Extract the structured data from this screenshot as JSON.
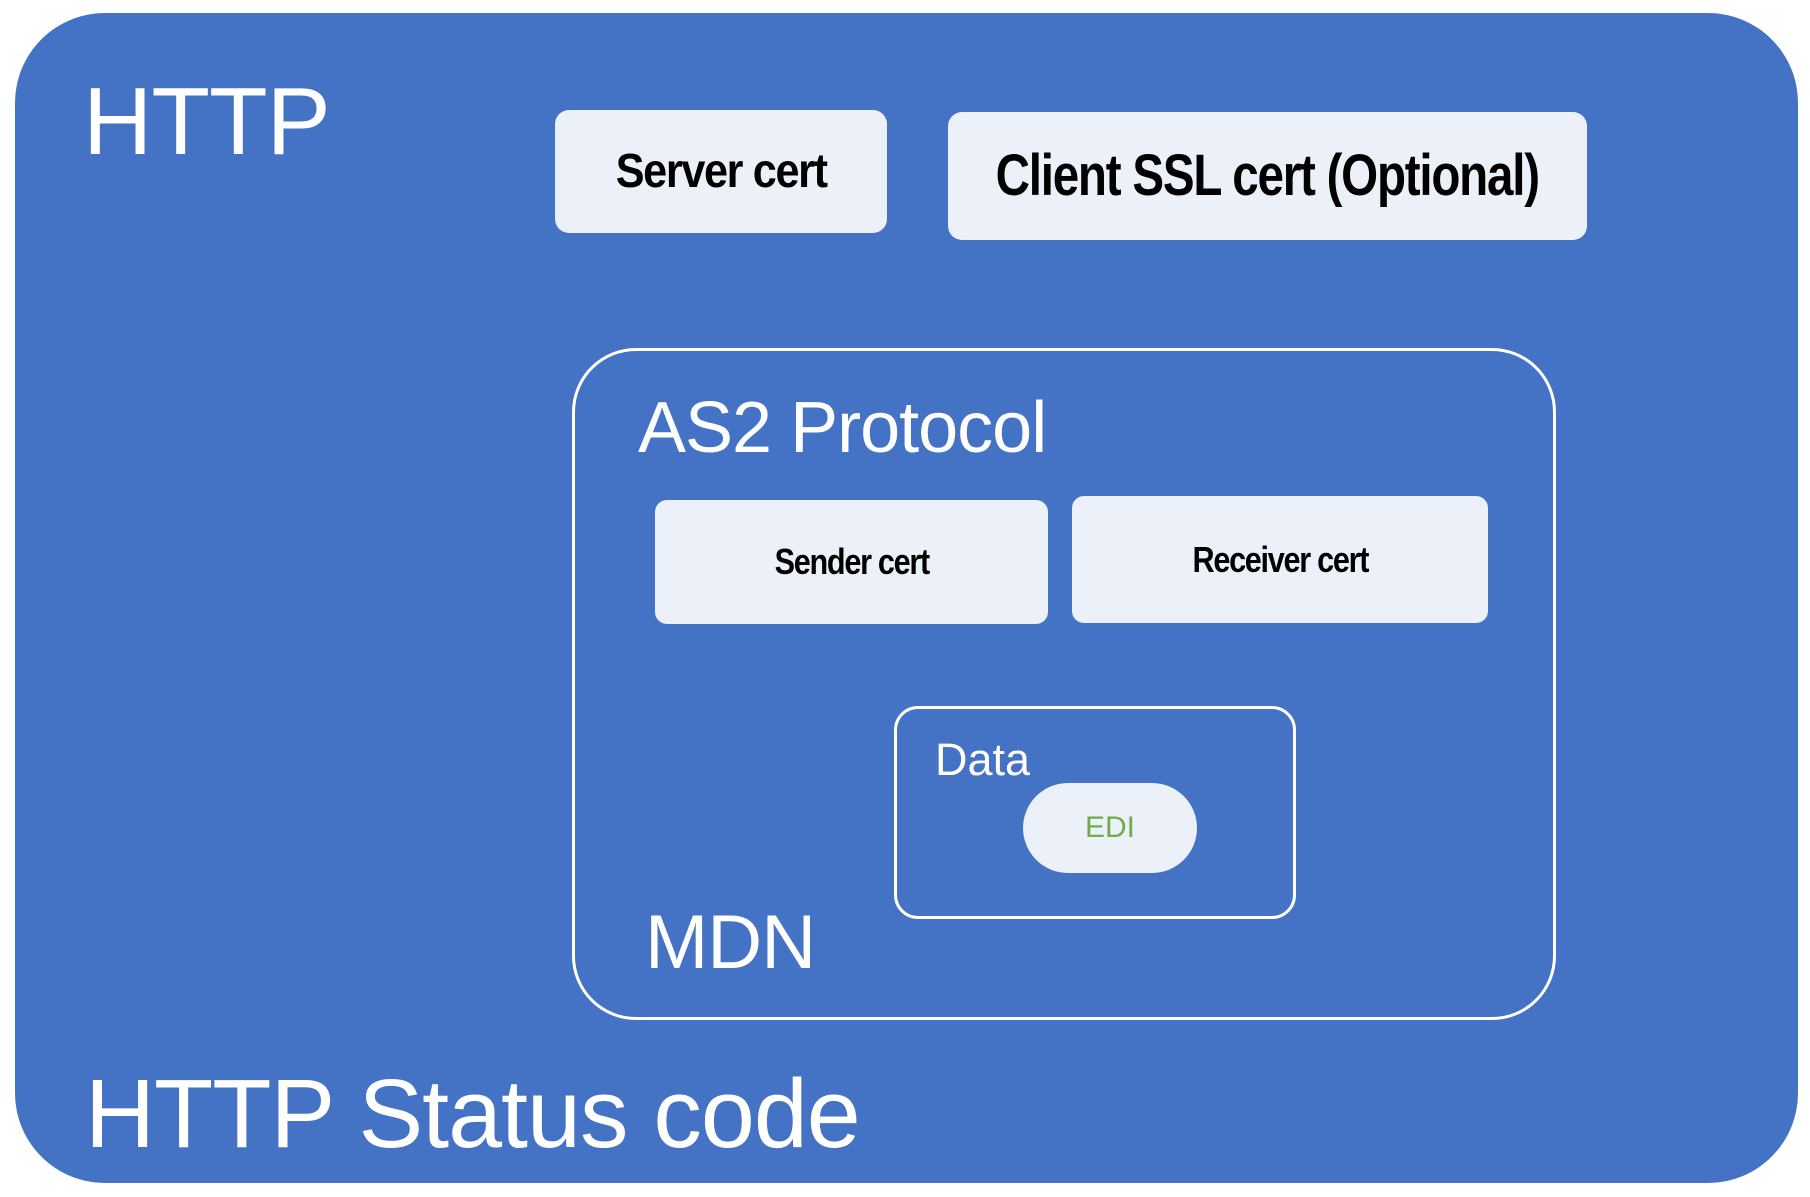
{
  "diagram": {
    "title_area": {
      "http_label": "HTTP",
      "http_status_label": "HTTP Status code"
    },
    "certificates": {
      "server_cert_label": "Server cert",
      "client_ssl_cert_label": "Client SSL cert (Optional)"
    },
    "as2": {
      "title": "AS2 Protocol",
      "sender_cert_label": "Sender cert",
      "receiver_cert_label": "Receiver cert",
      "mdn_label": "MDN",
      "data": {
        "title": "Data",
        "edi_label": "EDI"
      }
    },
    "colors": {
      "container_blue": "#4472C4",
      "chip_light": "#ECF0F9",
      "outline_white": "#FFFFFF",
      "label_white": "#FFFFFF",
      "label_black": "#000000",
      "edi_green": "#70AD47",
      "page_background": "#FFFFFF"
    }
  }
}
